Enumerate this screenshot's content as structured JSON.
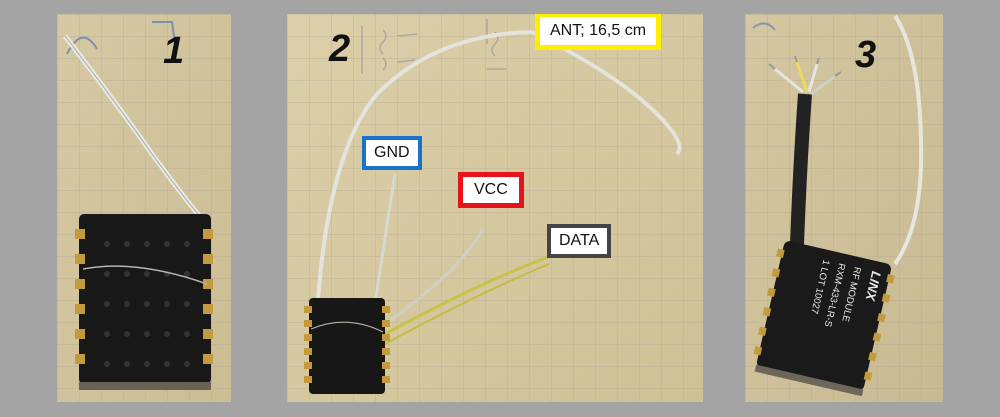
{
  "panels": [
    {
      "number": "1"
    },
    {
      "number": "2"
    },
    {
      "number": "3"
    }
  ],
  "labels": {
    "ant": {
      "text": "ANT; 16,5 cm",
      "border_color": "#ffee00"
    },
    "gnd": {
      "text": "GND",
      "border_color": "#1a73c8"
    },
    "vcc": {
      "text": "VCC",
      "border_color": "#e5141b"
    },
    "data": {
      "text": "DATA",
      "border_color": "#444444"
    }
  },
  "module_print": {
    "brand": "LINX",
    "line1": "RF MODULE",
    "line2": "RXM-433-LR-S",
    "line3": "1  LOT 10027"
  },
  "colors": {
    "background": "#a4a4a4",
    "paper": "#d9cba3",
    "grid": "#b8b0a0",
    "module": "#1c1c1c",
    "pad": "#c8a046"
  }
}
